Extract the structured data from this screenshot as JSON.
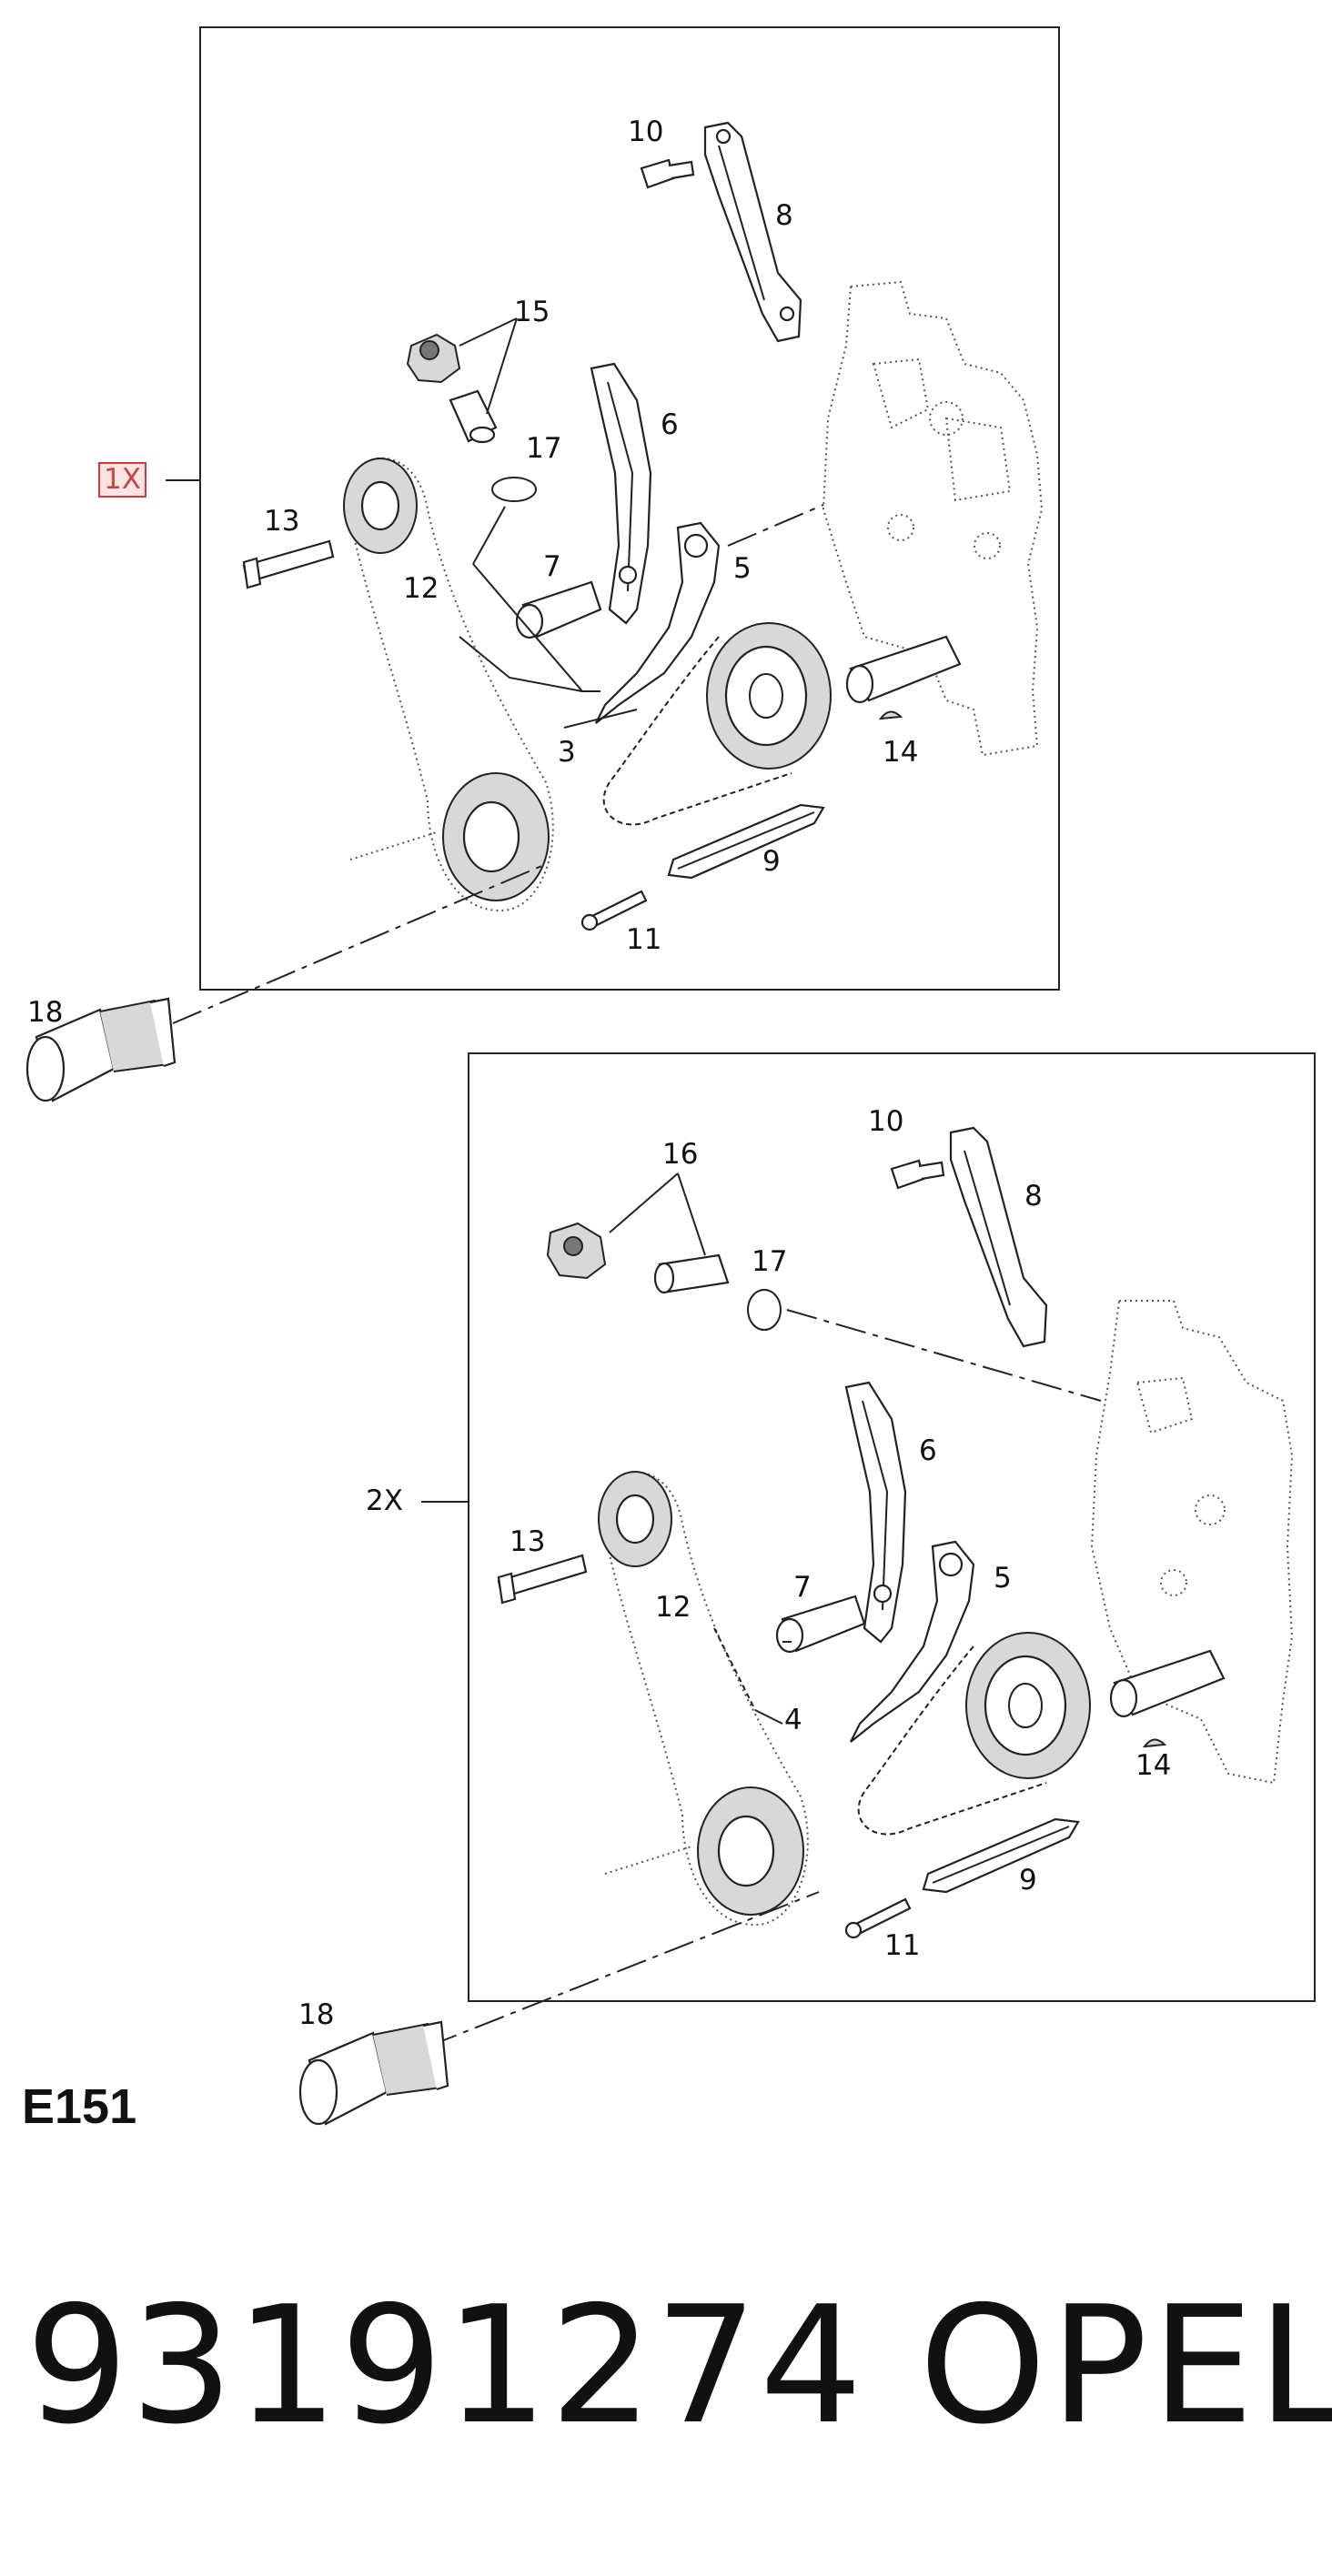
{
  "diagram": {
    "code": "E151",
    "part_number": "93191274",
    "brand": "OPEL",
    "upper_panel": {
      "quantity_tag": "1X",
      "callouts": {
        "p3": "3",
        "p5": "5",
        "p6": "6",
        "p7": "7",
        "p8": "8",
        "p9": "9",
        "p10": "10",
        "p11": "11",
        "p12": "12",
        "p13": "13",
        "p14": "14",
        "p15": "15",
        "p17": "17",
        "p18": "18"
      }
    },
    "lower_panel": {
      "quantity_tag": "2X",
      "callouts": {
        "p4": "4",
        "p6": "6",
        "p7": "7",
        "p8": "8",
        "p9": "9",
        "p10": "10",
        "p11": "11",
        "p12": "12",
        "p13": "13",
        "p14": "14",
        "p16": "16",
        "p17": "17",
        "p18": "18",
        "p5": "5"
      }
    }
  }
}
